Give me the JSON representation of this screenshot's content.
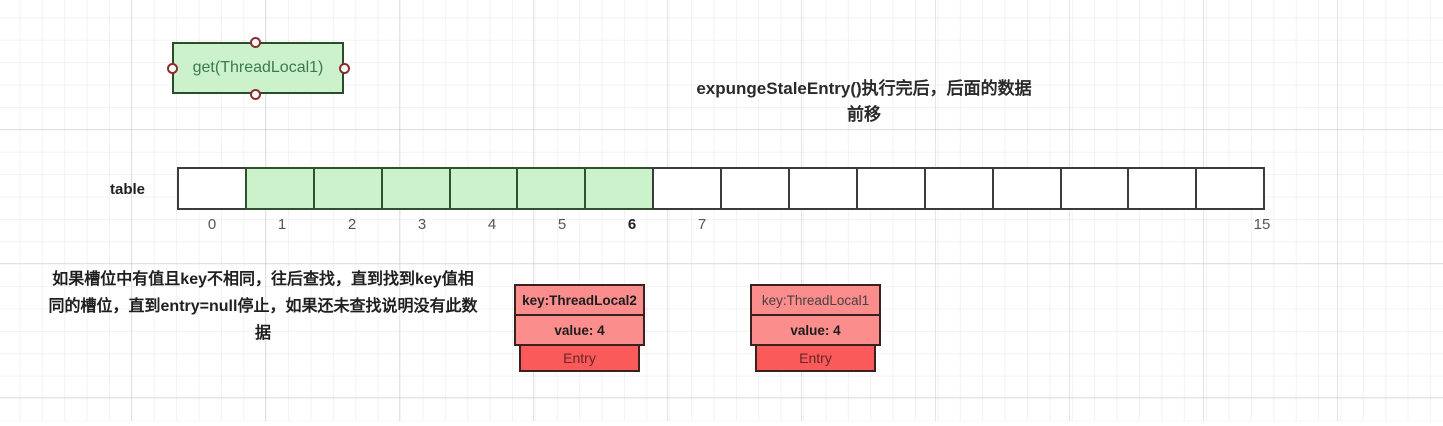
{
  "title": "expungeStaleEntry()执行完后，后面的数据前移",
  "call_node": {
    "label": "get(ThreadLocal1)",
    "fill": "#ccf2cc",
    "border": "#2b4b2b",
    "text_color": "#3b7a4a",
    "ports": [
      "top",
      "bottom",
      "left",
      "right"
    ]
  },
  "table": {
    "label": "table",
    "cell_count": 16,
    "filled_fill": "#ccf2cc",
    "empty_fill": "#ffffff",
    "border": "#3b3b3b",
    "filled_indices": [
      1,
      2,
      3,
      4,
      5,
      6
    ],
    "indices": [
      {
        "label": "0",
        "bold": false
      },
      {
        "label": "1",
        "bold": false
      },
      {
        "label": "2",
        "bold": false
      },
      {
        "label": "3",
        "bold": false
      },
      {
        "label": "4",
        "bold": false
      },
      {
        "label": "5",
        "bold": false
      },
      {
        "label": "6",
        "bold": true
      },
      {
        "label": "7",
        "bold": false
      },
      {
        "label": "15",
        "bold": false
      }
    ]
  },
  "note": "如果槽位中有值且key不相同，往后查找，直到找到key值相同的槽位，直到entry=null停止，如果还未查找说明没有此数据",
  "entries": [
    {
      "key": "key:ThreadLocal2",
      "key_bold": true,
      "value": "value: 4",
      "value_bold": true,
      "footer": "Entry",
      "fill": "#fb8d8d",
      "footer_fill": "#fb5a5a"
    },
    {
      "key": "key:ThreadLocal1",
      "key_bold": false,
      "value": "value: 4",
      "value_bold": true,
      "footer": "Entry",
      "fill": "#fb8d8d",
      "footer_fill": "#fb5a5a"
    }
  ],
  "connectors": {
    "call_to_slot4": "solid-curve-arrow",
    "entry1_to_slot4": "solid-curve-arrow",
    "entry2_to_slot6": "solid-curve-arrow",
    "shift_arcs": [
      "dotted-arc-6-to-5",
      "dotted-arc-7-to-6"
    ]
  }
}
